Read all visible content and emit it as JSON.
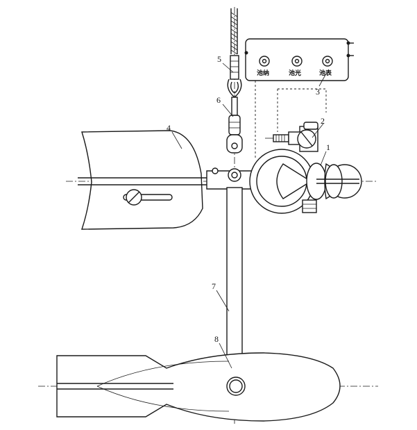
{
  "callouts": [
    {
      "id": "1",
      "text": "1"
    },
    {
      "id": "2",
      "text": "2"
    },
    {
      "id": "3",
      "text": "3"
    },
    {
      "id": "4",
      "text": "4"
    },
    {
      "id": "5",
      "text": "5"
    },
    {
      "id": "6",
      "text": "6"
    },
    {
      "id": "7",
      "text": "7"
    },
    {
      "id": "8",
      "text": "8"
    }
  ],
  "control_box": {
    "labels": [
      "池纳",
      "池光",
      "池表"
    ]
  },
  "colors": {
    "ink": "#1a1a1a",
    "background": "#ffffff"
  }
}
